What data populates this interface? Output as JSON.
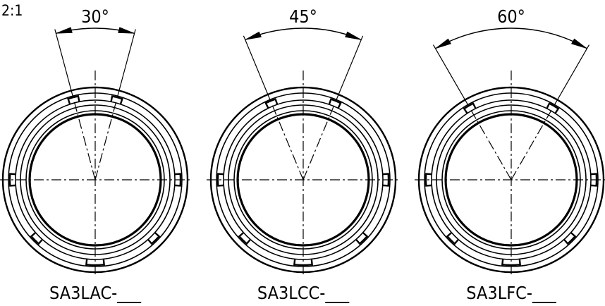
{
  "scale_label": "2:1",
  "colors": {
    "ink": "#000000",
    "background": "#ffffff"
  },
  "views": [
    {
      "angle_label": "30°",
      "angle_deg": 30,
      "part_label": "SA3LAC-___"
    },
    {
      "angle_label": "45°",
      "angle_deg": 45,
      "part_label": "SA3LCC-___"
    },
    {
      "angle_label": "60°",
      "angle_deg": 60,
      "part_label": "SA3LFC-___"
    }
  ]
}
